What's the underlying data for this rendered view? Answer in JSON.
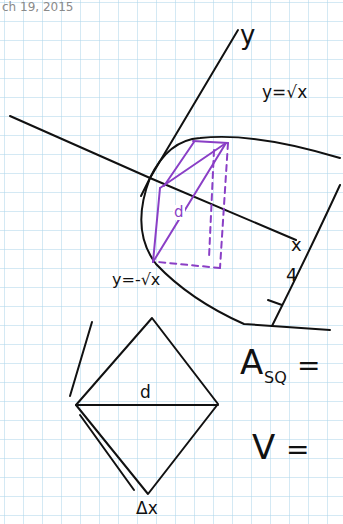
{
  "diagram": {
    "labels": [
      "ch 19, 2015",
      "y",
      "y=√x",
      "x",
      "4",
      "y=-√x",
      "d",
      "d",
      "Δx",
      "A",
      "SQ",
      "=",
      "V",
      "="
    ]
  }
}
